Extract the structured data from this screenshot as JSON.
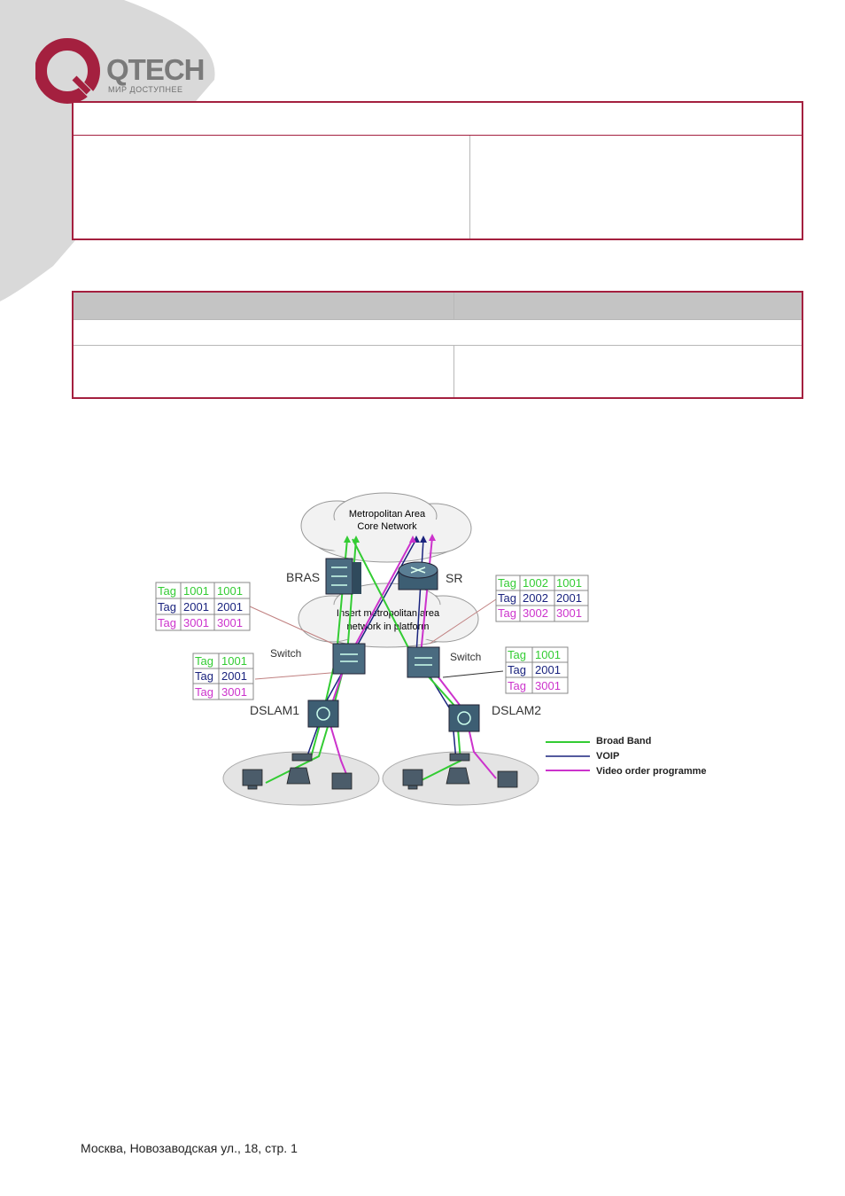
{
  "header": {
    "logo": {
      "brand": "QTECH",
      "tagline": "МИР ДОСТУПНЕЕ",
      "colors": {
        "ring": "#a4203f",
        "text": "#7a7a7a",
        "corner": "#d9d9d9"
      }
    }
  },
  "tables": {
    "border_color": "#a4203f",
    "header_fill": "#c4c4c4"
  },
  "figure": {
    "cloud_top_label": [
      "Metropolitan Area",
      "Core Network"
    ],
    "cloud_mid_label": [
      "Insert metropolitan area",
      "network in platform"
    ],
    "nodes": {
      "bras": "BRAS",
      "sr": "SR",
      "switch_left": "Switch",
      "switch_right": "Switch",
      "dslam1": "DSLAM1",
      "dslam2": "DSLAM2"
    },
    "tag_tables": {
      "bras": [
        [
          "Tag",
          "1001",
          "1001"
        ],
        [
          "Tag",
          "2001",
          "2001"
        ],
        [
          "Tag",
          "3001",
          "3001"
        ]
      ],
      "sr": [
        [
          "Tag",
          "1002",
          "1001"
        ],
        [
          "Tag",
          "2002",
          "2001"
        ],
        [
          "Tag",
          "3002",
          "3001"
        ]
      ],
      "switch_left": [
        [
          "Tag",
          "1001"
        ],
        [
          "Tag",
          "2001"
        ],
        [
          "Tag",
          "3001"
        ]
      ],
      "switch_right": [
        [
          "Tag",
          "1001"
        ],
        [
          "Tag",
          "2001"
        ],
        [
          "Tag",
          "3001"
        ]
      ]
    },
    "legend": [
      {
        "label": "Broad Band",
        "color": "#33cc33"
      },
      {
        "label": "VOIP",
        "color": "#1a237e"
      },
      {
        "label": "Video order programme",
        "color": "#cc33cc"
      }
    ]
  },
  "footer": {
    "address": "Москва, Новозаводская ул., 18, стр. 1"
  }
}
